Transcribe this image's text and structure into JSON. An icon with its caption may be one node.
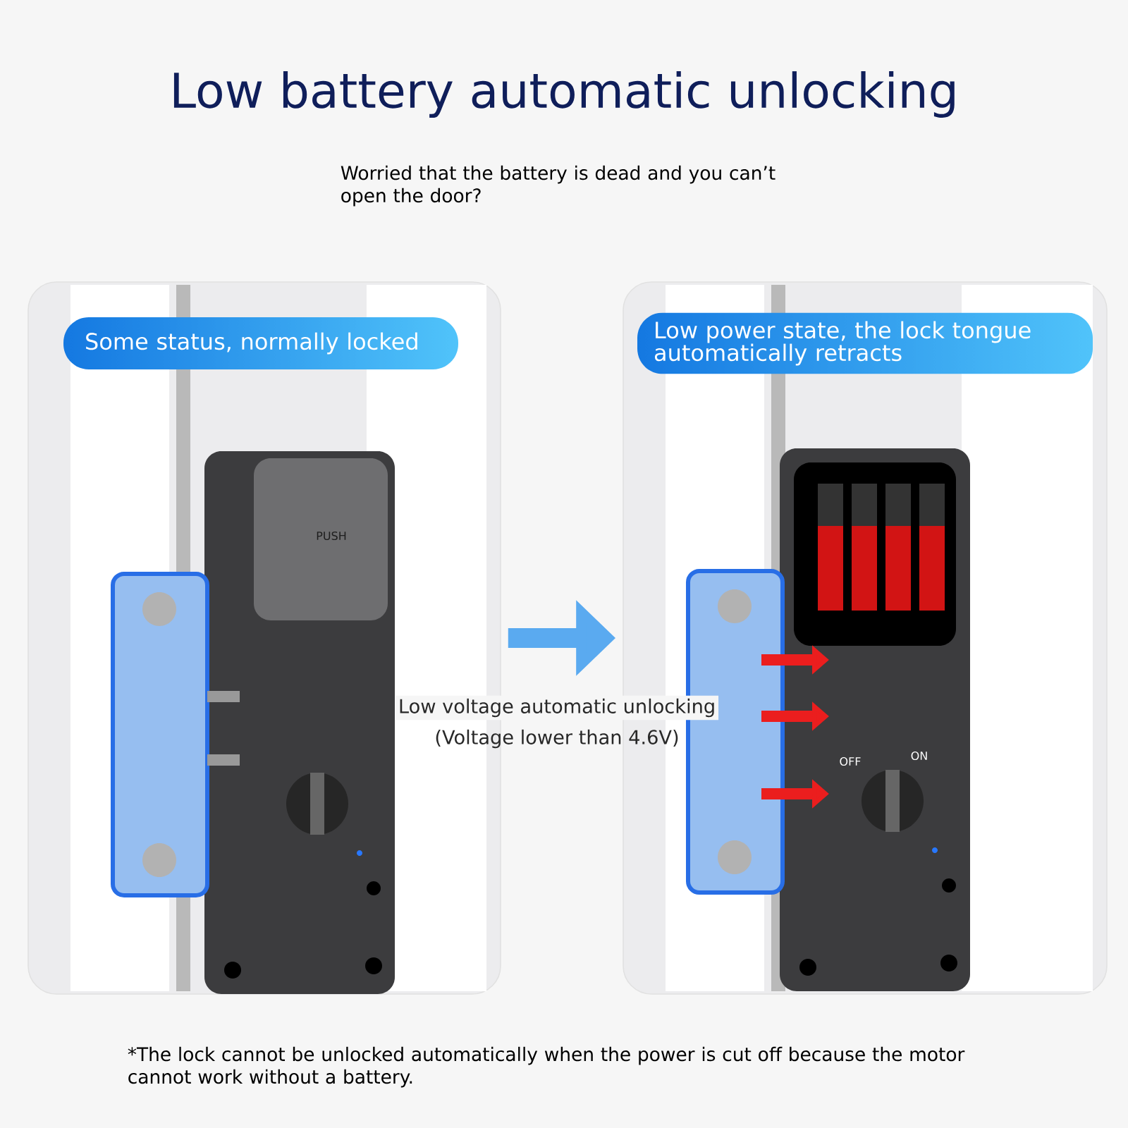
{
  "diagram": {
    "title": "Low battery automatic unlocking",
    "caption": "*The lock cannot be unlocked automatically when the power is cut off because the motor cannot work without a battery.",
    "nodes": [
      {
        "text": [
          "Some status, normally locked"
        ]
      },
      {
        "text": [
          "Low power state, the lock tongue automatically retracts"
        ]
      }
    ],
    "edges": [
      {
        "from": 0,
        "to": 1,
        "arrow": "to"
      }
    ],
    "labels": [
      "Worried that the battery is dead and you can’t open the door?",
      "PUSH",
      "Low voltage automatic unlocking",
      "(Voltage lower than 4.6V)",
      "OFF",
      "ON"
    ]
  }
}
